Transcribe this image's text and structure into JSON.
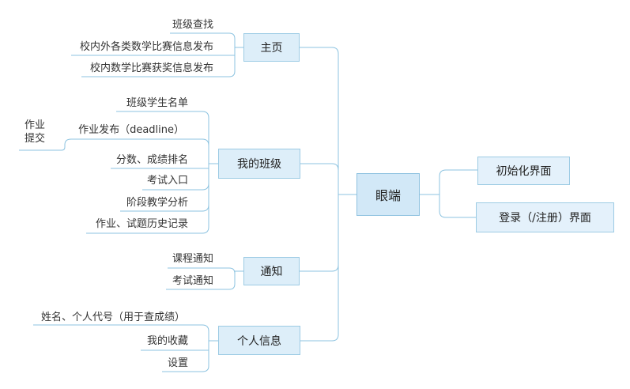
{
  "root": {
    "label": "眼端"
  },
  "right_nodes": [
    {
      "label": "初始化界面"
    },
    {
      "label": "登录（/注册）界面"
    }
  ],
  "branches": [
    {
      "label": "主页",
      "leaves": [
        "班级查找",
        "校内外各类数学比赛信息发布",
        "校内数学比赛获奖信息发布"
      ]
    },
    {
      "label": "我的班级",
      "leaves": [
        "班级学生名单",
        "作业发布（deadline）",
        "分数、成绩排名",
        "考试入口",
        "阶段教学分析",
        "作业、试题历史记录"
      ]
    },
    {
      "label": "通知",
      "leaves": [
        "课程通知",
        "考试通知"
      ]
    },
    {
      "label": "个人信息",
      "leaves": [
        "姓名、个人代号（用于查成绩）",
        "我的收藏",
        "设置"
      ]
    }
  ],
  "sub_leaf": {
    "line1": "作业",
    "line2": "提交"
  },
  "colors": {
    "line": "#8cc3e0",
    "node_fill": "#ddeef9",
    "node_border": "#9ccbe4"
  }
}
